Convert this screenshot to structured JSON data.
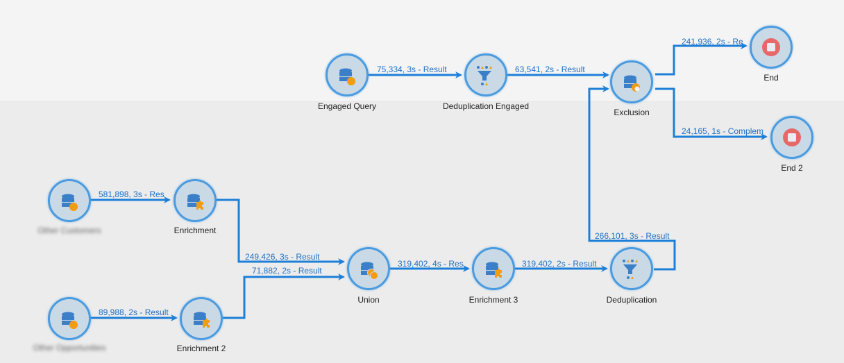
{
  "workflow": {
    "nodes": [
      {
        "id": "query-customers",
        "label": "Other Customers",
        "type": "query",
        "blurred": true
      },
      {
        "id": "enrichment",
        "label": "Enrichment",
        "type": "enrichment"
      },
      {
        "id": "query-opportunities",
        "label": "Other Opportunities",
        "type": "query",
        "blurred": true
      },
      {
        "id": "enrichment-2",
        "label": "Enrichment 2",
        "type": "enrichment"
      },
      {
        "id": "union",
        "label": "Union",
        "type": "union"
      },
      {
        "id": "enrichment-3",
        "label": "Enrichment 3",
        "type": "enrichment"
      },
      {
        "id": "deduplication",
        "label": "Deduplication",
        "type": "deduplication"
      },
      {
        "id": "engaged-query",
        "label": "Engaged Query",
        "type": "query"
      },
      {
        "id": "deduplication-engaged",
        "label": "Deduplication Engaged",
        "type": "deduplication"
      },
      {
        "id": "exclusion",
        "label": "Exclusion",
        "type": "exclusion"
      },
      {
        "id": "end",
        "label": "End",
        "type": "end"
      },
      {
        "id": "end-2",
        "label": "End 2",
        "type": "end"
      }
    ],
    "edges": [
      {
        "from": "engaged-query",
        "to": "deduplication-engaged",
        "label": "75,334, 3s - Result"
      },
      {
        "from": "deduplication-engaged",
        "to": "exclusion",
        "label": "63,541, 2s - Result"
      },
      {
        "from": "exclusion",
        "to": "end",
        "label": "241,936, 2s - Re"
      },
      {
        "from": "exclusion",
        "to": "end-2",
        "label": "24,165, 1s - Complem"
      },
      {
        "from": "query-customers",
        "to": "enrichment",
        "label": "581,898, 3s - Res"
      },
      {
        "from": "query-opportunities",
        "to": "enrichment-2",
        "label": "89,988, 2s - Result"
      },
      {
        "from": "enrichment",
        "to": "union",
        "label": "249,426, 3s - Result"
      },
      {
        "from": "enrichment-2",
        "to": "union",
        "label": "71,882, 2s - Result"
      },
      {
        "from": "union",
        "to": "enrichment-3",
        "label": "319,402, 4s - Res"
      },
      {
        "from": "enrichment-3",
        "to": "deduplication",
        "label": "319,402, 2s - Result"
      },
      {
        "from": "deduplication",
        "to": "exclusion",
        "label": "266,101, 3s - Result"
      }
    ]
  },
  "colors": {
    "accent": "#1e7fd8",
    "node_fill": "#c9d9e6",
    "node_border": "#4a9be0",
    "icon_blue": "#3a7fc8",
    "icon_orange": "#f39c12",
    "end_red": "#e8686a",
    "edge_label": "#1e6fc4"
  }
}
